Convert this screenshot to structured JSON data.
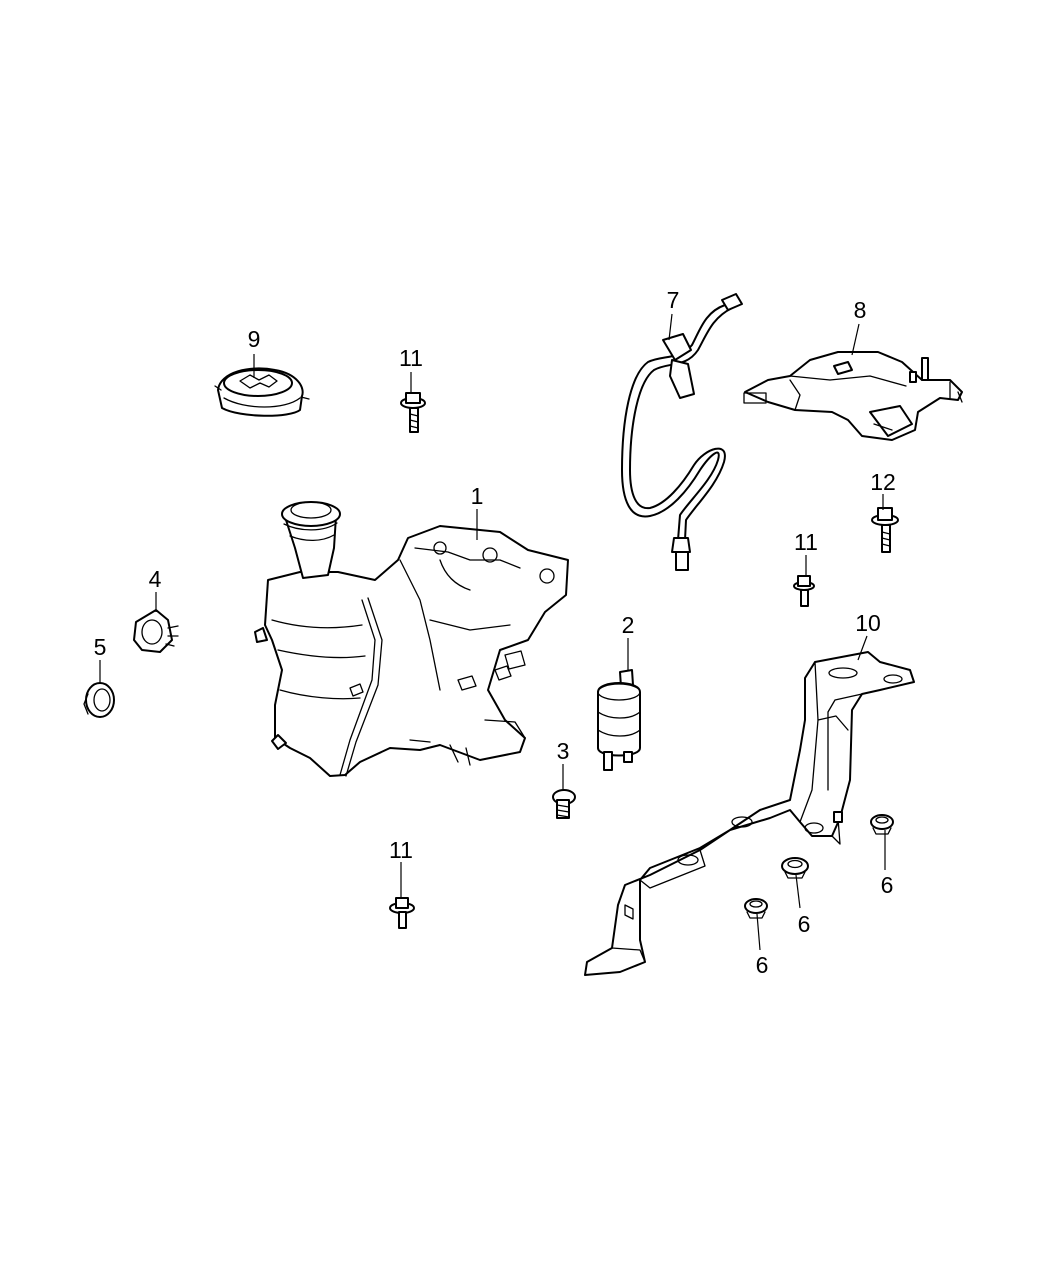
{
  "diagram": {
    "callouts": [
      {
        "key": "c1",
        "text": "1"
      },
      {
        "key": "c2",
        "text": "2"
      },
      {
        "key": "c3",
        "text": "3"
      },
      {
        "key": "c4",
        "text": "4"
      },
      {
        "key": "c5",
        "text": "5"
      },
      {
        "key": "c6a",
        "text": "6"
      },
      {
        "key": "c6b",
        "text": "6"
      },
      {
        "key": "c6c",
        "text": "6"
      },
      {
        "key": "c7",
        "text": "7"
      },
      {
        "key": "c8",
        "text": "8"
      },
      {
        "key": "c9",
        "text": "9"
      },
      {
        "key": "c10",
        "text": "10"
      },
      {
        "key": "c11a",
        "text": "11"
      },
      {
        "key": "c11b",
        "text": "11"
      },
      {
        "key": "c11c",
        "text": "11"
      },
      {
        "key": "c12",
        "text": "12"
      }
    ]
  }
}
